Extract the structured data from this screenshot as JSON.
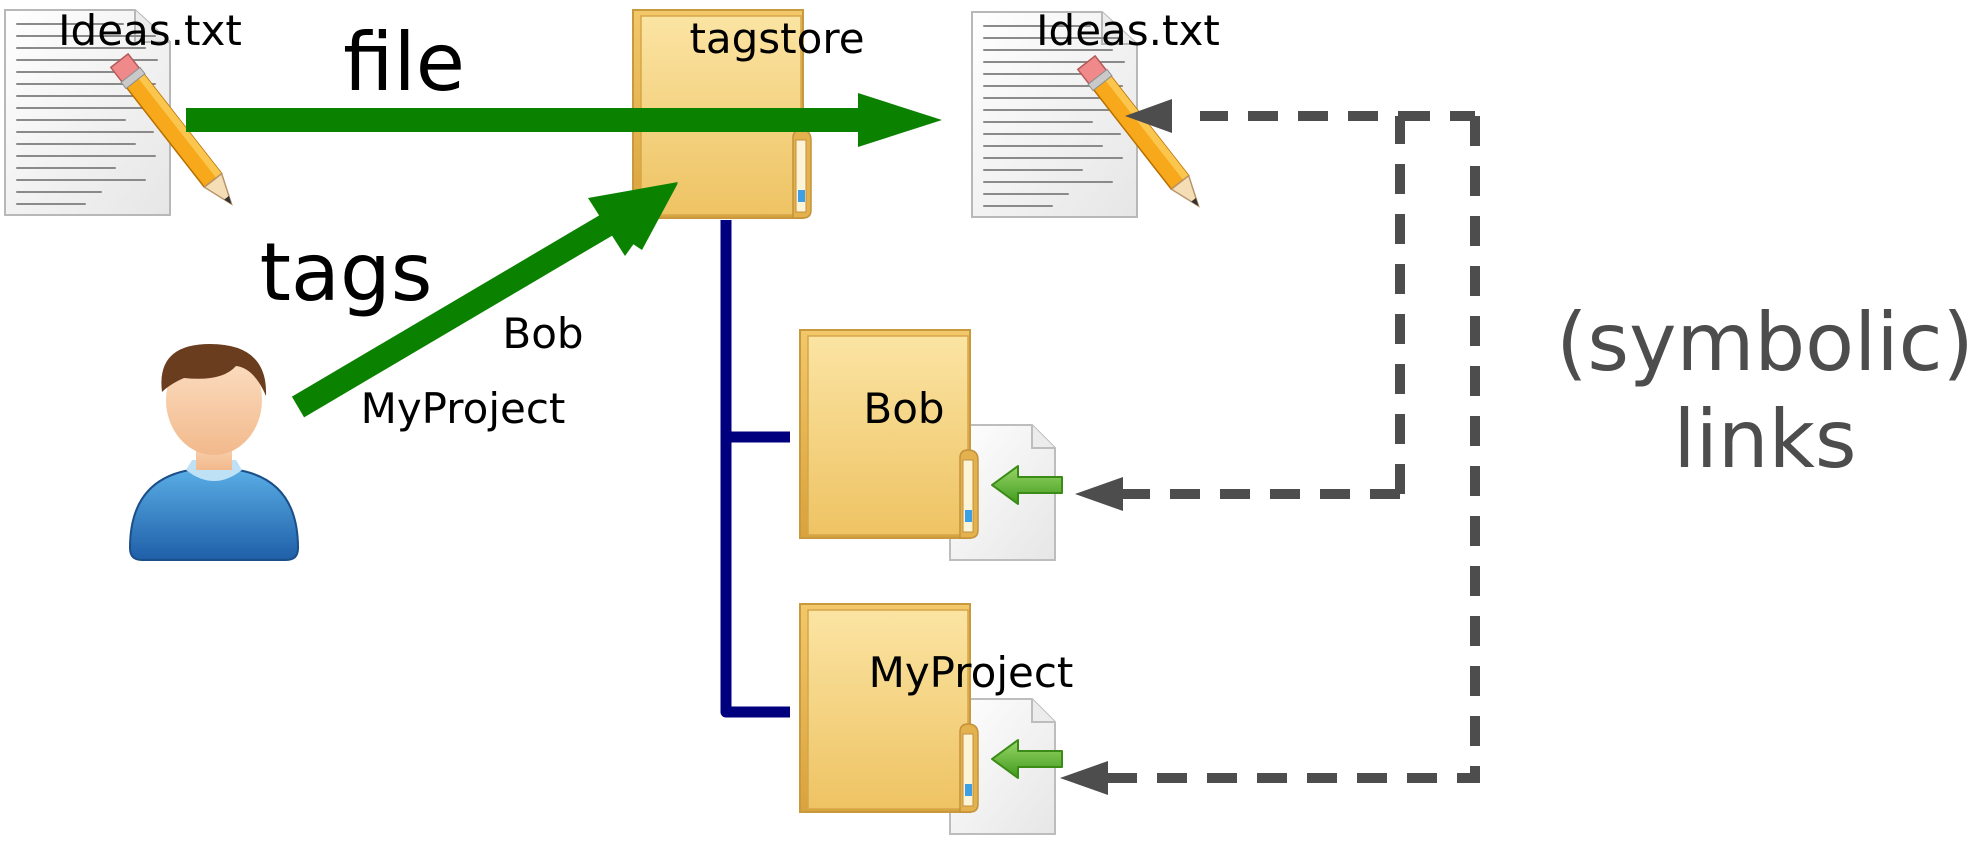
{
  "source_file": {
    "filename": "Ideas.txt",
    "icon": "text-document-pencil-icon"
  },
  "target_file": {
    "filename": "Ideas.txt",
    "icon": "text-document-pencil-icon"
  },
  "store": {
    "name": "tagstore",
    "icon": "folder-icon"
  },
  "arrows": {
    "file_label": "file",
    "tags_label": "tags"
  },
  "user": {
    "icon": "user-avatar-icon",
    "tags": [
      "Bob",
      "MyProject"
    ]
  },
  "tag_folders": [
    {
      "name": "Bob",
      "icon": "folder-with-link-icon"
    },
    {
      "name": "MyProject",
      "icon": "folder-with-link-icon"
    }
  ],
  "links": {
    "line1": "(symbolic)",
    "line2": "links"
  },
  "colors": {
    "flow_arrow": "#0a8200",
    "tree_line": "#00007f",
    "link_line": "#4d4d4d",
    "folder_front": "#f4cf72",
    "folder_back": "#e8b44a",
    "link_arrow": "#5fb42f"
  }
}
